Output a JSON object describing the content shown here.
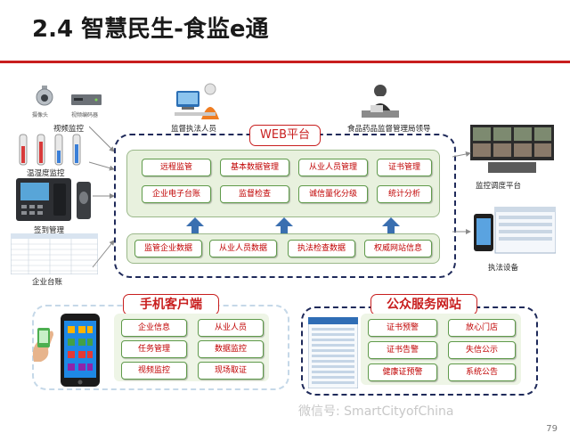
{
  "title": "2.4 智慧民生-食监e通",
  "page_number": "79",
  "left_inputs": {
    "camera_label": "摄像头",
    "recorder_label": "视频编码器",
    "video": "视频监控",
    "humidity": "温湿度监控",
    "sign_in": "签到管理",
    "ledger": "企业台账"
  },
  "top_roles": {
    "inspector": "监督执法人员",
    "leader": "食品药品监督管理局领导"
  },
  "right_outputs": {
    "dispatch": "监控调度平台",
    "device": "执法设备"
  },
  "web_platform": {
    "title": "WEB平台",
    "functions": [
      "远程监管",
      "基本数据管理",
      "从业人员管理",
      "证书管理",
      "企业电子台账",
      "监督检查",
      "诚信量化分级",
      "统计分析"
    ],
    "data_sources": [
      "监管企业数据",
      "从业人员数据",
      "执法检查数据",
      "权威网站信息"
    ]
  },
  "mobile_client": {
    "title": "手机客户端",
    "functions": [
      "企业信息",
      "从业人员",
      "任务管理",
      "数据监控",
      "视频监控",
      "现场取证"
    ]
  },
  "public_service": {
    "title": "公众服务网站",
    "functions": [
      "证书预警",
      "放心门店",
      "证书告警",
      "失信公示",
      "健康证预警",
      "系统公告"
    ]
  },
  "watermark": "微信号: SmartCityofChina",
  "colors": {
    "accent": "#c81e1e",
    "frame": "#1f2a5a",
    "panel": "#e8f1de",
    "chip_text": "#c00000"
  }
}
